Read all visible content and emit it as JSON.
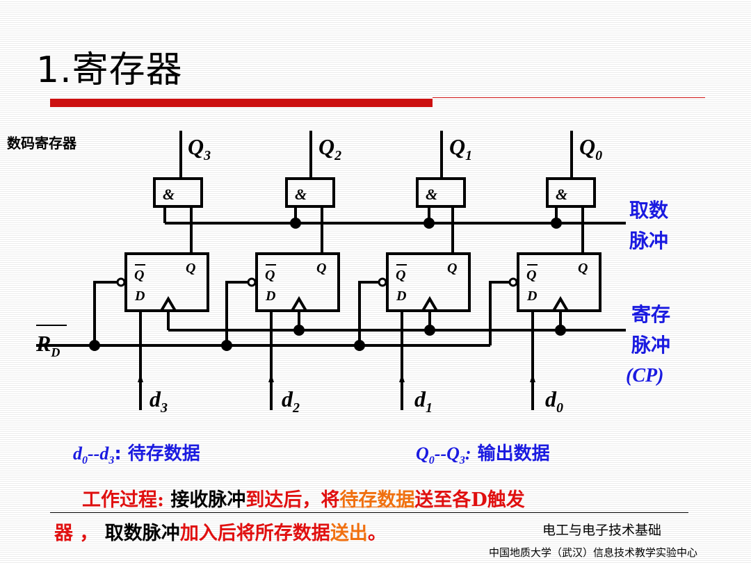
{
  "title": "1.寄存器",
  "subtitle": "数码寄存器",
  "outputs": [
    "Q3",
    "Q2",
    "Q1",
    "Q0"
  ],
  "inputs": [
    "d3",
    "d2",
    "d1",
    "d0"
  ],
  "gate_label": "&",
  "ff": {
    "qbar": "Q",
    "q": "Q",
    "d": "D"
  },
  "reset_label": "R",
  "reset_sub": "D",
  "fetch_pulse": [
    "取数",
    "脉冲"
  ],
  "store_pulse": [
    "寄存",
    "脉冲",
    "(CP)"
  ],
  "legend_d": {
    "range_a": "d0",
    "dash": "--",
    "range_b": "d3",
    "text": ": 待存数据"
  },
  "legend_q": {
    "range_a": "Q0",
    "dash": "--",
    "range_b": "Q3",
    "text": " 输出数据"
  },
  "process": {
    "p1": "工作过程:",
    "p2": " 接收脉冲",
    "p3": "到达后，将",
    "p4": "待存数据",
    "p5": "送至各D触发",
    "p6": "器 ，",
    "p7": " 取数脉冲",
    "p8": "加入后将所存数据",
    "p9": "送出",
    "p10": "。"
  },
  "footer1": "电工与电子技术基础",
  "footer2": "中国地质大学（武汉）信息技术教学实验中心"
}
